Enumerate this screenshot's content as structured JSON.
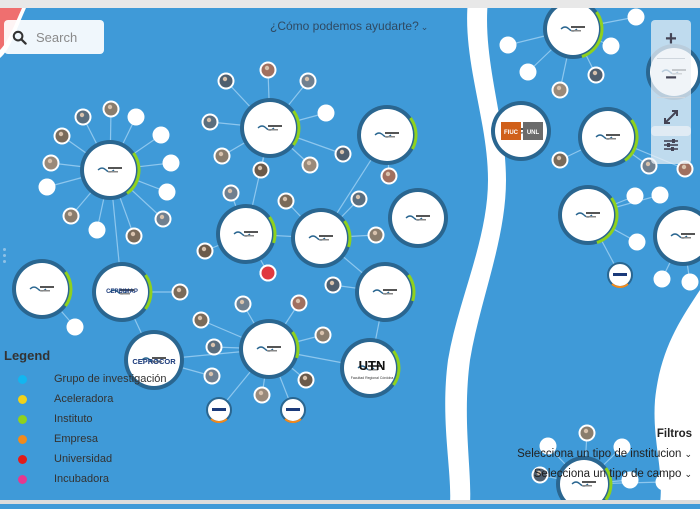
{
  "search": {
    "placeholder": "Search"
  },
  "help": {
    "label": "¿Cómo podemos ayudarte?"
  },
  "map_controls": {
    "zoom_in": "+",
    "zoom_out": "−"
  },
  "legend": {
    "title": "Legend",
    "items": [
      {
        "label": "Grupo de investigación",
        "color": "#12b6f0"
      },
      {
        "label": "Aceleradora",
        "color": "#f0d21a"
      },
      {
        "label": "Instituto",
        "color": "#8fd11e"
      },
      {
        "label": "Empresa",
        "color": "#f08a1e"
      },
      {
        "label": "Universidad",
        "color": "#e01b1b"
      },
      {
        "label": "Incubadora",
        "color": "#e5398f"
      }
    ]
  },
  "filters": {
    "title": "Filtros",
    "institution_select": "Selecciona un tipo de institucion",
    "field_select": "Selecciona un tipo de campo"
  },
  "node_logos": {
    "cepbimap": "CEPBIMAP",
    "ceprocor": "CEPROCOR",
    "utn": "UTN",
    "utn_sub": "Facultad Regional Córdoba",
    "fiuc": "FIUC",
    "unl": "UNL"
  },
  "colors": {
    "water": "#3f9ad8",
    "land": "#ffffff",
    "node_ring": "#2a6690",
    "progress": "#8fd11e"
  }
}
